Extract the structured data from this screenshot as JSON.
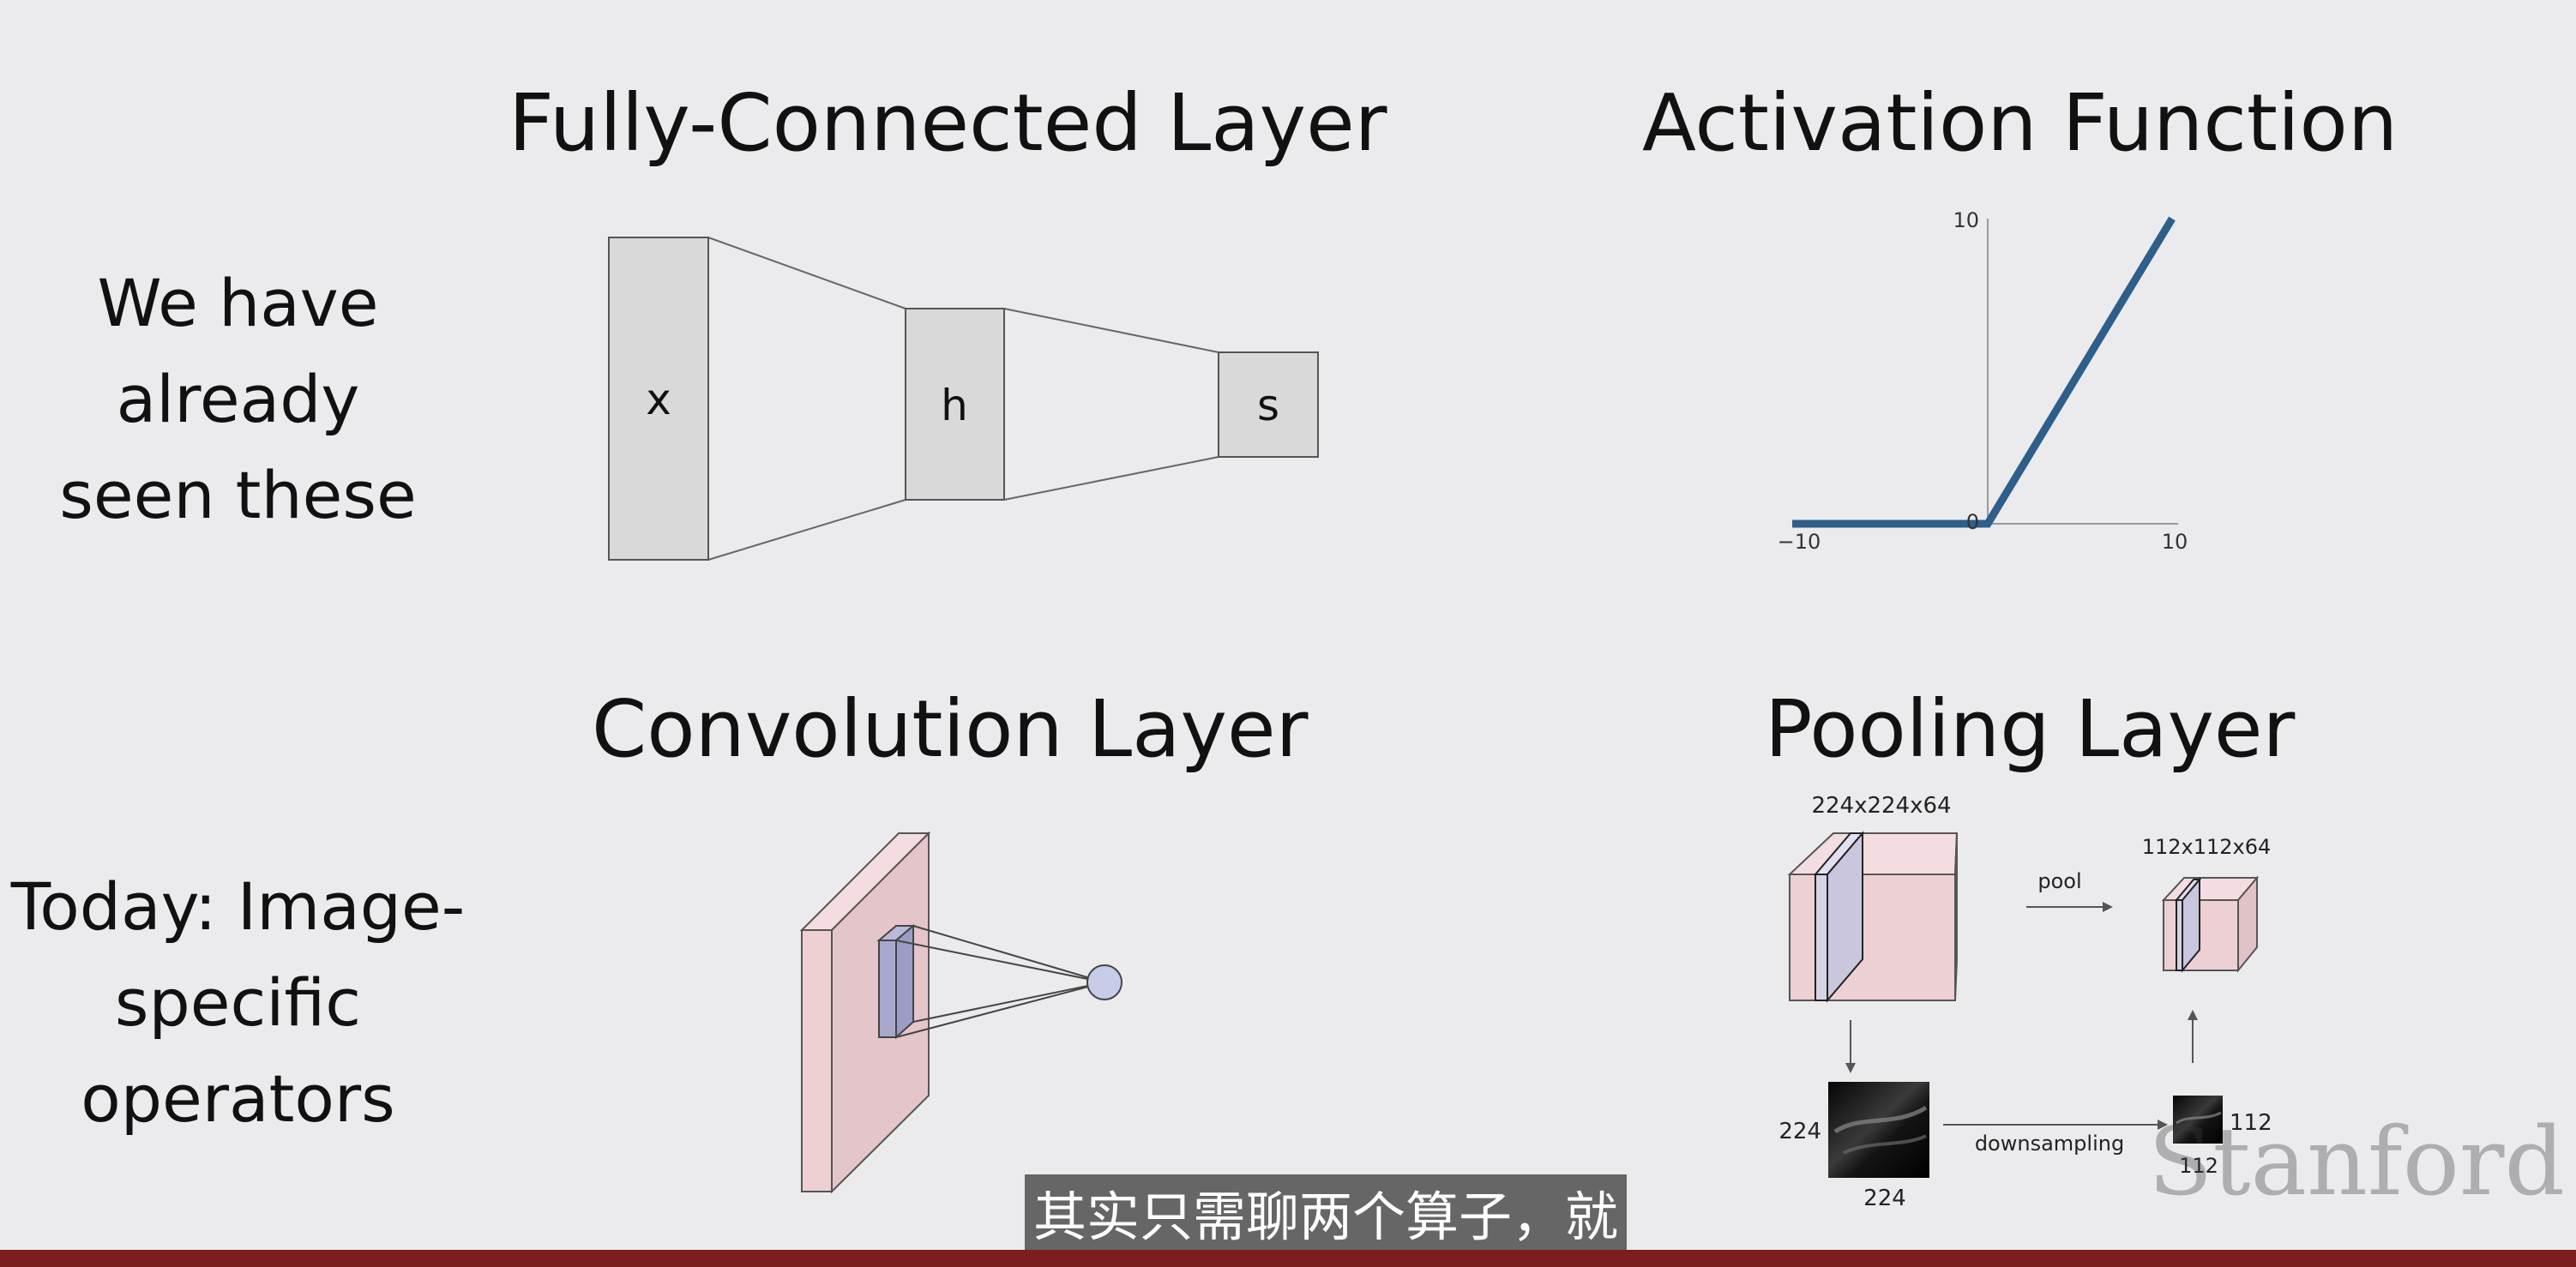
{
  "titles": {
    "fully_connected": "Fully-Connected Layer",
    "activation": "Activation Function",
    "convolution": "Convolution Layer",
    "pooling": "Pooling Layer"
  },
  "side_labels": {
    "seen": [
      "We have",
      "already",
      "seen these"
    ],
    "today": [
      "Today: Image-",
      "specific",
      "operators"
    ]
  },
  "fc_nodes": [
    "x",
    "h",
    "s"
  ],
  "activation_plot": {
    "x_min_label": "−10",
    "x_zero_label": "0",
    "x_max_label": "10",
    "y_max_label": "10",
    "line_color": "#2d5f8a"
  },
  "pooling": {
    "input_size": "224x224x64",
    "output_size": "112x112x64",
    "pool_label": "pool",
    "downsampling_label": "downsampling",
    "left_dim": "224",
    "bottom_dim": "224",
    "right_dim": "112",
    "small_bottom_dim": "112"
  },
  "subtitle": "其实只需聊两个算子，就",
  "watermark": "Stanford",
  "colors": {
    "background": "#ebebee",
    "node_fill": "#d9d9d9",
    "volume_fill": "#f2d9dc",
    "conv_filter": "#a8a8cc",
    "bottom_bar": "#7a1e1e"
  }
}
